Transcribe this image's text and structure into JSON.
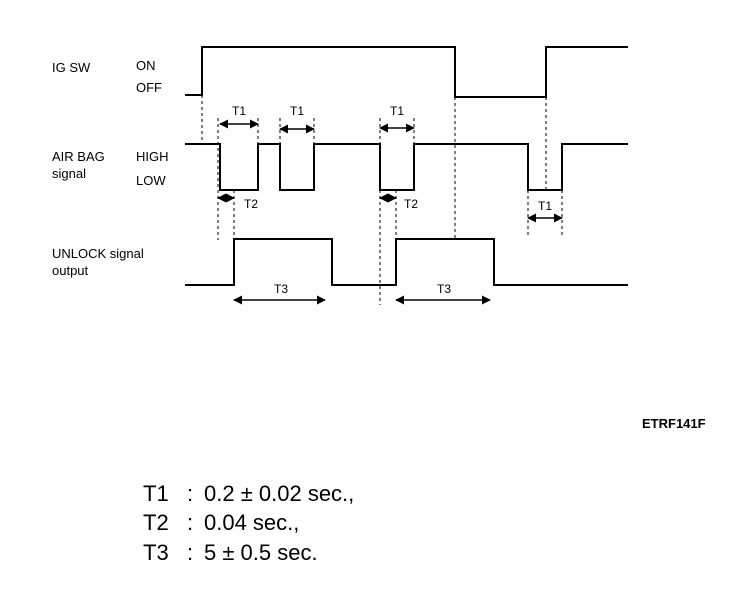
{
  "signals": {
    "ig_sw": {
      "name": "IG SW",
      "high_state": "ON",
      "low_state": "OFF"
    },
    "air_bag": {
      "name_line1": "AIR BAG",
      "name_line2": "signal",
      "high_state": "HIGH",
      "low_state": "LOW"
    },
    "unlock": {
      "name_line1": "UNLOCK signal",
      "name_line2": "output"
    }
  },
  "interval_labels": {
    "t1": "T1",
    "t2": "T2",
    "t3": "T3"
  },
  "figure_code": "ETRF141F",
  "legend": [
    {
      "name": "T1",
      "sep": ":",
      "value": "0.2 ± 0.02 sec.,"
    },
    {
      "name": "T2",
      "sep": ":",
      "value": "0.04 sec.,"
    },
    {
      "name": "T3",
      "sep": ":",
      "value": "5 ± 0.5 sec."
    }
  ]
}
